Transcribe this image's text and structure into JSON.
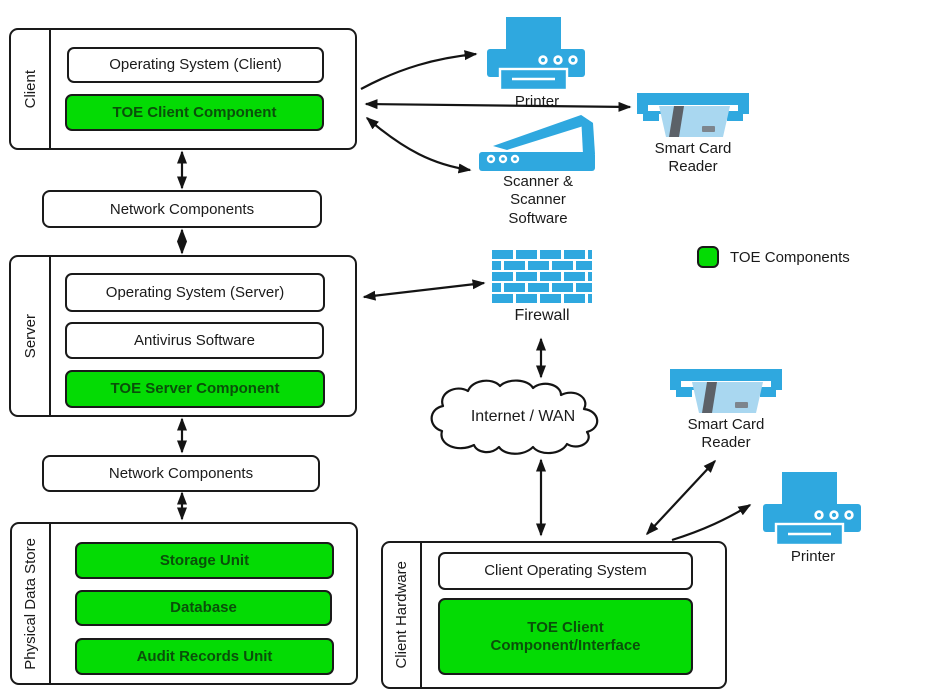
{
  "legend": {
    "swatch_icon": "toe-green-swatch",
    "label": "TOE Components"
  },
  "colors": {
    "toe_green": "#04DB04",
    "device_blue": "#2FA8DF",
    "card_blue": "#A9D7F0",
    "outline": "#1A1A1A"
  },
  "stacks": {
    "client": {
      "side_label": "Client",
      "boxes": [
        {
          "label": "Operating System (Client)",
          "toe": false
        },
        {
          "label": "TOE Client Component",
          "toe": true
        }
      ]
    },
    "server": {
      "side_label": "Server",
      "boxes": [
        {
          "label": "Operating System (Server)",
          "toe": false
        },
        {
          "label": "Antivirus Software",
          "toe": false
        },
        {
          "label": "TOE Server Component",
          "toe": true
        }
      ]
    },
    "data_store": {
      "side_label": "Physical Data Store",
      "boxes": [
        {
          "label": "Storage Unit",
          "toe": true
        },
        {
          "label": "Database",
          "toe": true
        },
        {
          "label": "Audit Records Unit",
          "toe": true
        }
      ]
    },
    "client_hardware": {
      "side_label": "Client Hardware",
      "boxes": [
        {
          "label": "Client Operating System",
          "toe": false
        },
        {
          "label": "TOE Client Component/Interface",
          "toe": true
        }
      ]
    }
  },
  "links": {
    "network_top": "Network Components",
    "network_bottom": "Network Components"
  },
  "cloud": {
    "label": "Internet / WAN"
  },
  "devices": {
    "printer_top": {
      "icon": "printer-icon",
      "label": "Printer"
    },
    "smart_card_reader_top": {
      "icon": "smart-card-reader-icon",
      "label": "Smart Card Reader"
    },
    "scanner": {
      "icon": "scanner-icon",
      "label": "Scanner & Scanner Software"
    },
    "firewall": {
      "icon": "firewall-icon",
      "label": "Firewall"
    },
    "smart_card_reader_bottom": {
      "icon": "smart-card-reader-icon",
      "label": "Smart Card Reader"
    },
    "printer_bottom": {
      "icon": "printer-icon",
      "label": "Printer"
    }
  }
}
